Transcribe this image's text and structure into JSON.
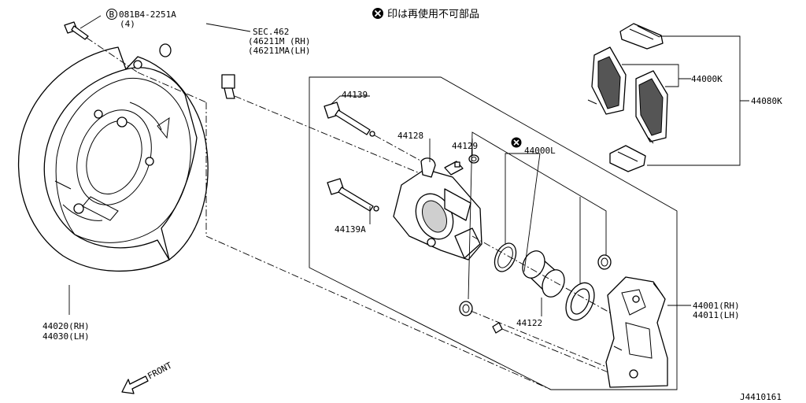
{
  "diagram": {
    "notice": "印は再使用不可部品",
    "footer_code": "J4410161",
    "front_label": "FRONT",
    "labels": {
      "bolt_ref": "081B4-2251A",
      "bolt_qty": "(4)",
      "bolt_prefix": "B",
      "hose_sec": "SEC.462",
      "hose_rh": "(46211M  (RH)",
      "hose_lh": "(46211MA(LH)",
      "p44139": "44139",
      "p44128": "44128",
      "p44129": "44129",
      "p44000l": "44000L",
      "p44000k": "44000K",
      "p44080k": "44080K",
      "p44139a": "44139A",
      "p44122": "44122",
      "p44001": "44001(RH)",
      "p44011": "44011(LH)",
      "p44020": "44020(RH)",
      "p44030": "44030(LH)"
    }
  }
}
